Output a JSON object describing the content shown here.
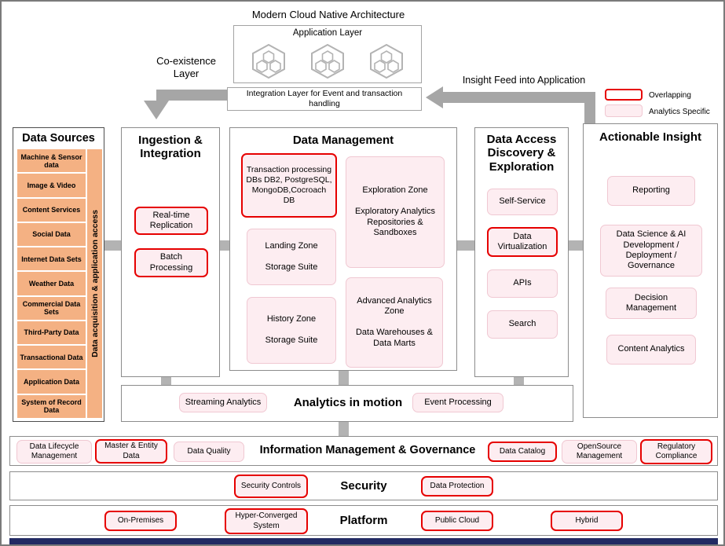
{
  "colors": {
    "red": "#e60000",
    "pink": "#fdedf1",
    "orange": "#f4b183",
    "gray": "#a6a6a6",
    "navy": "#222a63"
  },
  "header": {
    "title": "Modern Cloud Native Architecture",
    "application_layer": "Application Layer",
    "integration_layer": "Integration Layer for Event and transaction handling",
    "coexistence_label": "Co-existence\nLayer",
    "insight_feed_label": "Insight Feed into Application"
  },
  "legend": {
    "overlapping": "Overlapping",
    "analytics_specific": "Analytics Specific"
  },
  "data_sources": {
    "title": "Data Sources",
    "side_label": "Data acquisition & application access",
    "items": [
      "Machine & Sensor data",
      "Image & Video",
      "Content Services",
      "Social Data",
      "Internet Data Sets",
      "Weather Data",
      "Commercial Data Sets",
      "Third-Party Data",
      "Transactional Data",
      "Application Data",
      "System of Record Data"
    ]
  },
  "ingestion": {
    "title": "Ingestion &\nIntegration",
    "realtime": "Real-time Replication",
    "batch": "Batch Processing"
  },
  "data_management": {
    "title": "Data Management",
    "transaction_dbs": "Transaction processing DBs DB2, PostgreSQL, MongoDB,Cocroach DB",
    "exploration_zone": "Exploration Zone\n\nExploratory Analytics Repositories & Sandboxes",
    "landing_zone": "Landing Zone\n\nStorage Suite",
    "advanced_zone": "Advanced Analytics Zone\n\nData Warehouses & Data Marts",
    "history_zone": "History Zone\n\nStorage Suite"
  },
  "data_access": {
    "title": "Data Access\nDiscovery &\nExploration",
    "items": [
      "Self-Service",
      "Data Virtualization",
      "APIs",
      "Search"
    ]
  },
  "actionable_insight": {
    "title": "Actionable Insight",
    "items": [
      "Reporting",
      "Data Science & AI Development / Deployment / Governance",
      "Decision Management",
      "Content Analytics"
    ]
  },
  "analytics_in_motion": {
    "title": "Analytics in motion",
    "streaming": "Streaming Analytics",
    "event": "Event Processing"
  },
  "governance": {
    "title": "Information Management & Governance",
    "items": [
      {
        "label": "Data Lifecycle Management",
        "overlap": false
      },
      {
        "label": "Master & Entity Data",
        "overlap": true
      },
      {
        "label": "Data Quality",
        "overlap": false
      },
      {
        "label": "Data Catalog",
        "overlap": true
      },
      {
        "label": "OpenSource Management",
        "overlap": false
      },
      {
        "label": "Regulatory Compliance",
        "overlap": true
      }
    ]
  },
  "security": {
    "title": "Security",
    "items": [
      "Security Controls",
      "Data Protection"
    ]
  },
  "platform": {
    "title": "Platform",
    "items": [
      "On-Premises",
      "Hyper-Converged System",
      "Public Cloud",
      "Hybrid"
    ]
  }
}
